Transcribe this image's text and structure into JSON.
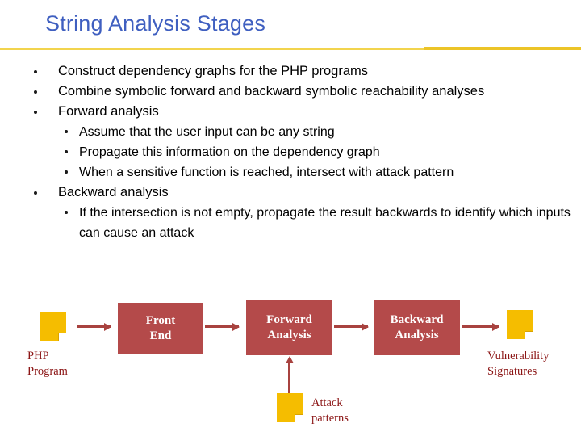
{
  "slide": {
    "title": "String Analysis Stages",
    "title_color": "#3f5fc0",
    "divider_color": "#f2d44e",
    "divider_color_accent": "#ecc427",
    "background": "#ffffff"
  },
  "bullets": [
    {
      "level": 1,
      "text": "Construct dependency graphs for the PHP programs"
    },
    {
      "level": 1,
      "text": "Combine symbolic forward and backward symbolic reachability analyses"
    },
    {
      "level": 1,
      "text": "Forward analysis"
    },
    {
      "level": 2,
      "text": "Assume that the user input can be any string"
    },
    {
      "level": 2,
      "text": "Propagate this information on the dependency graph"
    },
    {
      "level": 2,
      "text": "When a sensitive function is reached, intersect with attack pattern"
    },
    {
      "level": 1,
      "text": "Backward analysis"
    },
    {
      "level": 2,
      "text": "If the intersection is not empty, propagate the result backwards to identify which inputs can cause an attack"
    }
  ],
  "diagram": {
    "box_color": "#b44a4a",
    "box_text_color": "#ffffff",
    "doc_color": "#f5bd00",
    "label_color": "#8c1616",
    "arrow_color": "#a8423f",
    "docs": [
      {
        "id": "php-program",
        "label_line1": "PHP",
        "label_line2": "Program"
      },
      {
        "id": "vulnerability-signatures",
        "label_line1": "Vulnerability",
        "label_line2": "Signatures"
      },
      {
        "id": "attack-patterns",
        "label_line1": "Attack",
        "label_line2": "patterns"
      }
    ],
    "boxes": [
      {
        "id": "front-end",
        "line1": "Front",
        "line2": "End"
      },
      {
        "id": "forward-analysis",
        "line1": "Forward",
        "line2": "Analysis"
      },
      {
        "id": "backward-analysis",
        "line1": "Backward",
        "line2": "Analysis"
      }
    ]
  }
}
